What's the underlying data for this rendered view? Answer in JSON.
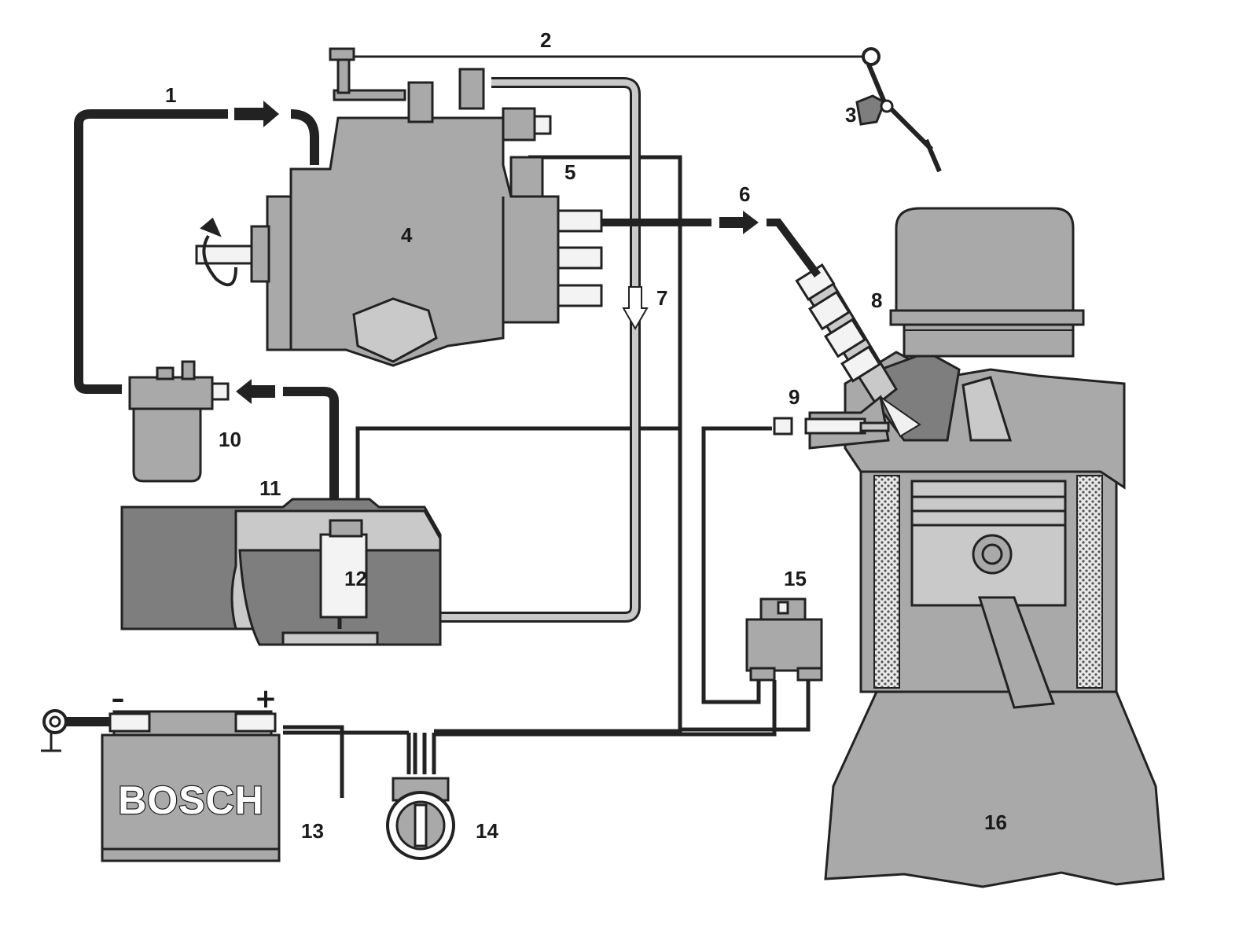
{
  "labels": {
    "l1": "1",
    "l2": "2",
    "l3": "3",
    "l4": "4",
    "l5": "5",
    "l6": "6",
    "l7": "7",
    "l8": "8",
    "l9": "9",
    "l10": "10",
    "l11": "11",
    "l12": "12",
    "l13": "13",
    "l14": "14",
    "l15": "15",
    "l16": "16"
  },
  "battery": {
    "brand": "BOSCH",
    "minus": "–",
    "plus": "+"
  },
  "colors": {
    "component_fill": "#a9a9a9",
    "dark_fill": "#7e7e7e",
    "line": "#222222",
    "return_line": "#c9c9c9"
  },
  "icons": [
    "rotation-arrow-icon",
    "flow-arrow-icon",
    "ground-symbol-icon"
  ]
}
